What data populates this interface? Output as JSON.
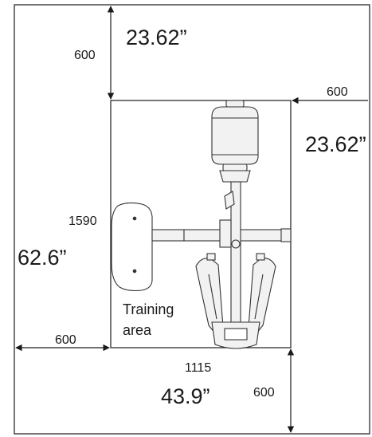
{
  "dimensions": {
    "top_clearance_mm": "600",
    "top_clearance_in": "23.62”",
    "right_clearance_mm": "600",
    "right_clearance_in": "23.62”",
    "length_mm": "1590",
    "length_in": "62.6”",
    "left_clearance_mm": "600",
    "width_mm": "1115",
    "width_in": "43.9”",
    "bottom_clearance_mm": "600"
  },
  "labels": {
    "training_area_line1": "Training",
    "training_area_line2": "area"
  },
  "colors": {
    "line": "#1a1a1a",
    "machine_stroke": "#333333",
    "machine_fill": "#f2f2f2",
    "background": "#ffffff"
  }
}
